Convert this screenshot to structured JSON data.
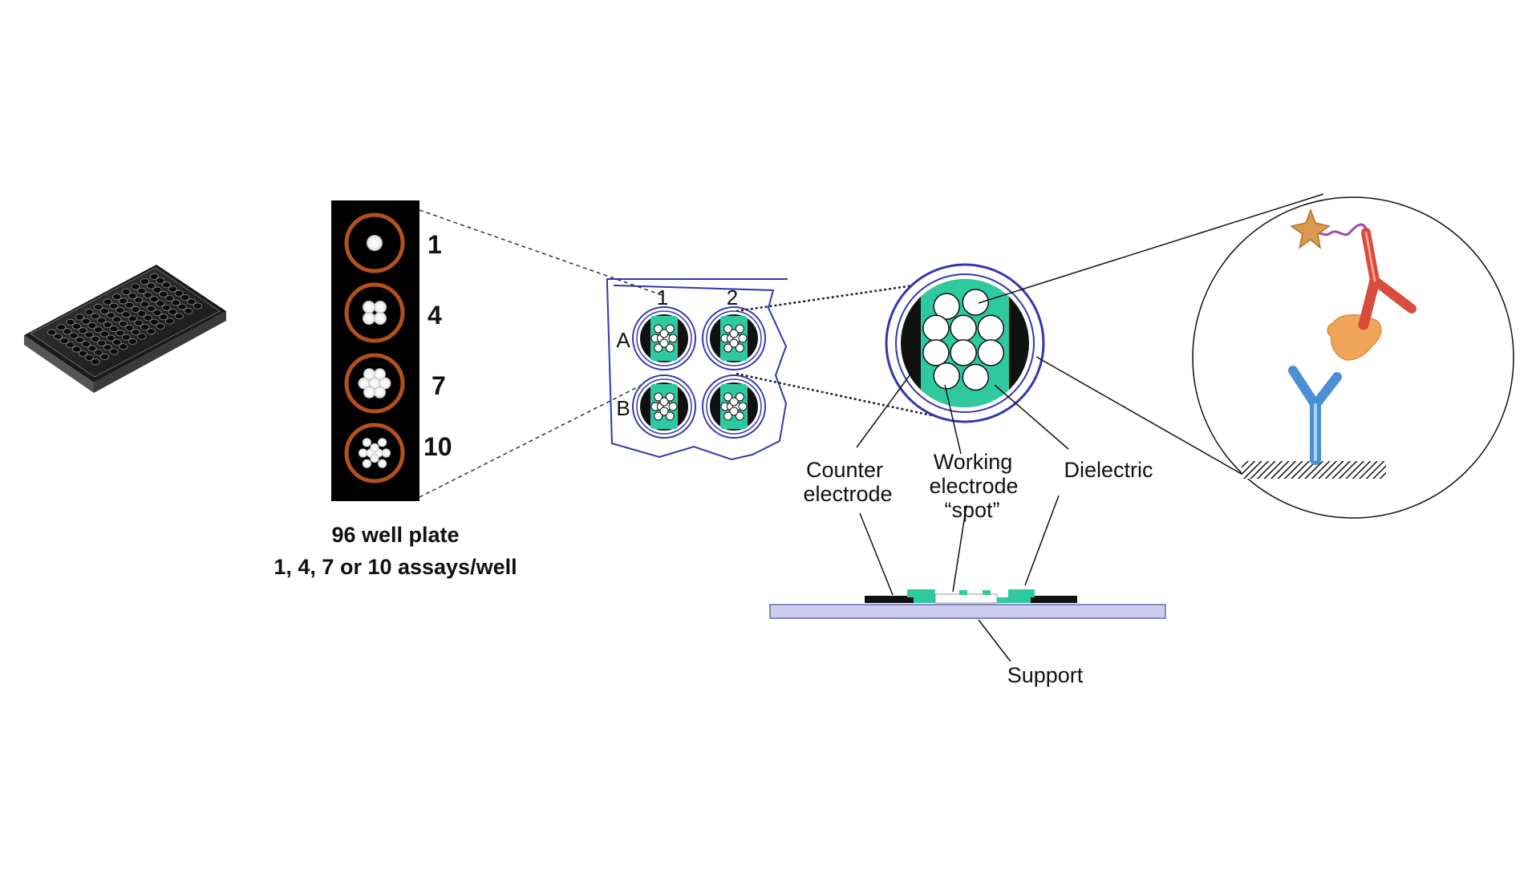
{
  "colors": {
    "well_ring": "#b4501c",
    "electrode_green": "#2fc9a0",
    "plate_outline": "#3436b0",
    "support": "#cccdf0",
    "capture_antibody": "#4a8fd6",
    "detection_antibody": "#d94b3a",
    "analyte": "#f0a55a",
    "label_star": "#d99a4e",
    "linker": "#a04ba6"
  },
  "icons": {
    "plate_photo": "microplate-image",
    "assay_strip": "spot-pattern-strip",
    "well_closeup": "well-quadrant-diagram",
    "electrode_closeup": "electrode-spot-diagram",
    "cross_section": "electrode-cross-section",
    "sandwich": "immunoassay-sandwich-icon"
  },
  "spot_counts": [
    "1",
    "4",
    "7",
    "10"
  ],
  "plate_caption": {
    "line1": "96 well plate",
    "line2": "1, 4, 7 or 10 assays/well"
  },
  "well_grid": {
    "columns": [
      "1",
      "2"
    ],
    "rows": [
      "A",
      "B"
    ]
  },
  "electrode_labels": {
    "counter_line1": "Counter",
    "counter_line2": "electrode",
    "working_line1": "Working",
    "working_line2": "electrode",
    "working_line3": "“spot”",
    "dielectric": "Dielectric",
    "support": "Support"
  }
}
